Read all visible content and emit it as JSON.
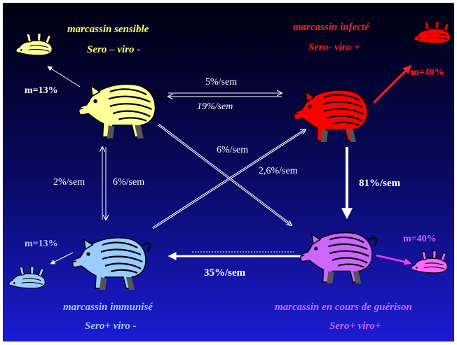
{
  "colors": {
    "sensible": "#ffff99",
    "infected": "#ff0000",
    "immune": "#99ccff",
    "recovering": "#cc66ff",
    "text_yellow": "#ffff66",
    "text_red": "#ff2020",
    "text_blue": "#99ccff",
    "text_purple": "#cc66ff",
    "arrow_white": "#ffffff",
    "arrow_red": "#ff2020",
    "arrow_magenta": "#ff33ff"
  },
  "nodes": {
    "sensible": {
      "title": "marcassin sensible",
      "status": "Sero – viro -"
    },
    "infected": {
      "title": "marcassin infecté",
      "status": "Sero- viro +"
    },
    "immune": {
      "title": "marcassin immunisé",
      "status": "Sero+ viro -"
    },
    "recovering": {
      "title": "marcassin en cours de guérison",
      "status": "Sero+ viro+"
    }
  },
  "mortality": {
    "sensible": "m=13%",
    "infected": "m=40%",
    "immune": "m=13%",
    "recovering": "m=40%"
  },
  "rates": {
    "sensible_to_infected": "5%/sem",
    "infected_to_sensible": "19%/sem",
    "immune_to_sensible": "2%/sem",
    "sensible_to_immune": "6%/sem",
    "immune_to_infected": "6%/sem",
    "sensible_to_recovering": "2,6%/sem",
    "infected_to_recovering": "81%/sem",
    "recovering_to_immune": "35%/sem"
  },
  "icons": {
    "boar": "boar-icon",
    "dead_boar": "dead-boar-icon"
  }
}
